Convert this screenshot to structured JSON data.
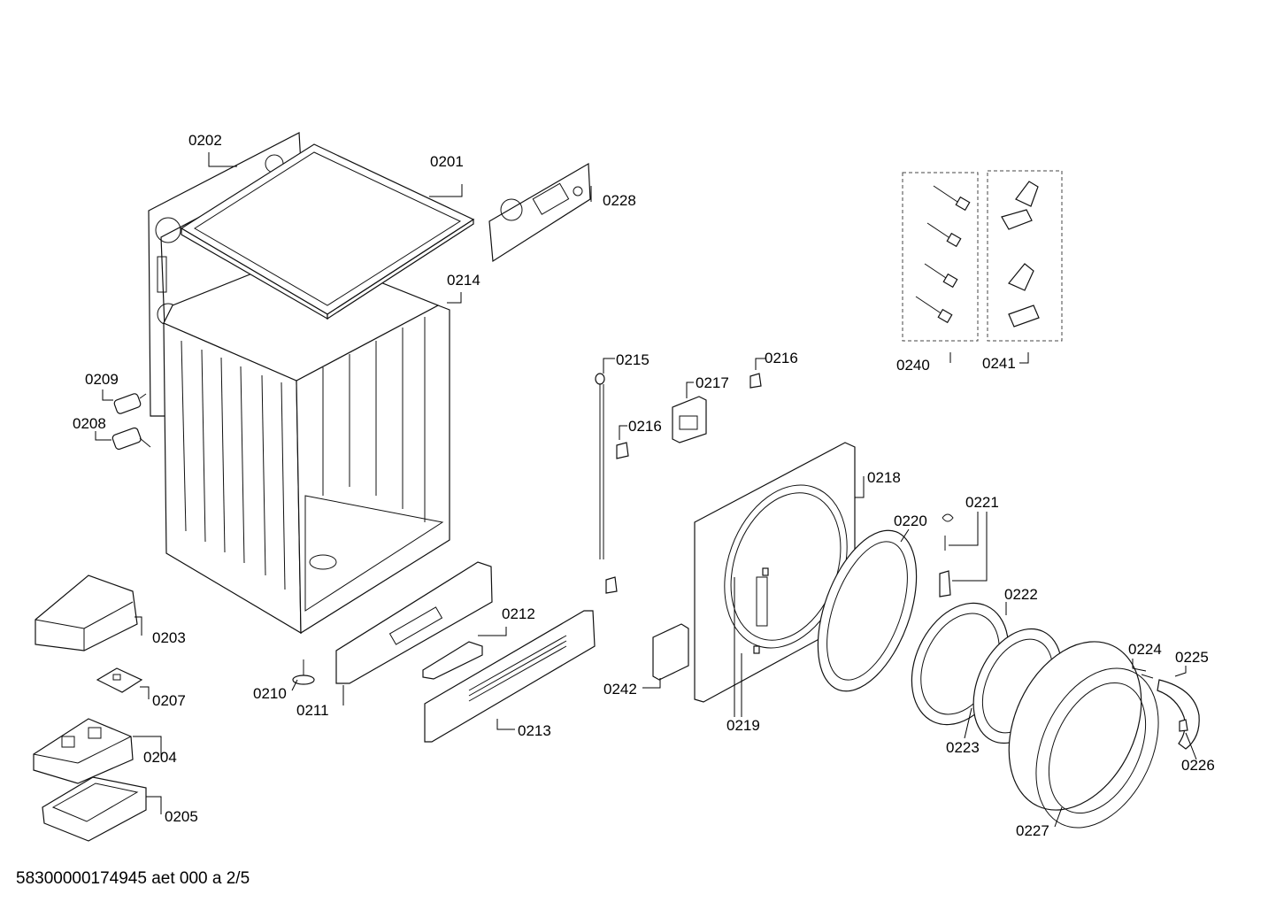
{
  "parts": [
    {
      "id": "0201",
      "label": "0201"
    },
    {
      "id": "0202",
      "label": "0202"
    },
    {
      "id": "0203",
      "label": "0203"
    },
    {
      "id": "0204",
      "label": "0204"
    },
    {
      "id": "0205",
      "label": "0205"
    },
    {
      "id": "0207",
      "label": "0207"
    },
    {
      "id": "0208",
      "label": "0208"
    },
    {
      "id": "0209",
      "label": "0209"
    },
    {
      "id": "0210",
      "label": "0210"
    },
    {
      "id": "0211",
      "label": "0211"
    },
    {
      "id": "0212",
      "label": "0212"
    },
    {
      "id": "0213",
      "label": "0213"
    },
    {
      "id": "0214",
      "label": "0214"
    },
    {
      "id": "0215",
      "label": "0215"
    },
    {
      "id": "0216a",
      "label": "0216"
    },
    {
      "id": "0216b",
      "label": "0216"
    },
    {
      "id": "0217",
      "label": "0217"
    },
    {
      "id": "0218",
      "label": "0218"
    },
    {
      "id": "0219",
      "label": "0219"
    },
    {
      "id": "0220",
      "label": "0220"
    },
    {
      "id": "0221",
      "label": "0221"
    },
    {
      "id": "0222",
      "label": "0222"
    },
    {
      "id": "0223",
      "label": "0223"
    },
    {
      "id": "0224",
      "label": "0224"
    },
    {
      "id": "0225",
      "label": "0225"
    },
    {
      "id": "0226",
      "label": "0226"
    },
    {
      "id": "0227",
      "label": "0227"
    },
    {
      "id": "0228",
      "label": "0228"
    },
    {
      "id": "0240",
      "label": "0240"
    },
    {
      "id": "0241",
      "label": "0241"
    },
    {
      "id": "0242",
      "label": "0242"
    }
  ],
  "footer": "58300000174945 aet 000 a 2/5"
}
